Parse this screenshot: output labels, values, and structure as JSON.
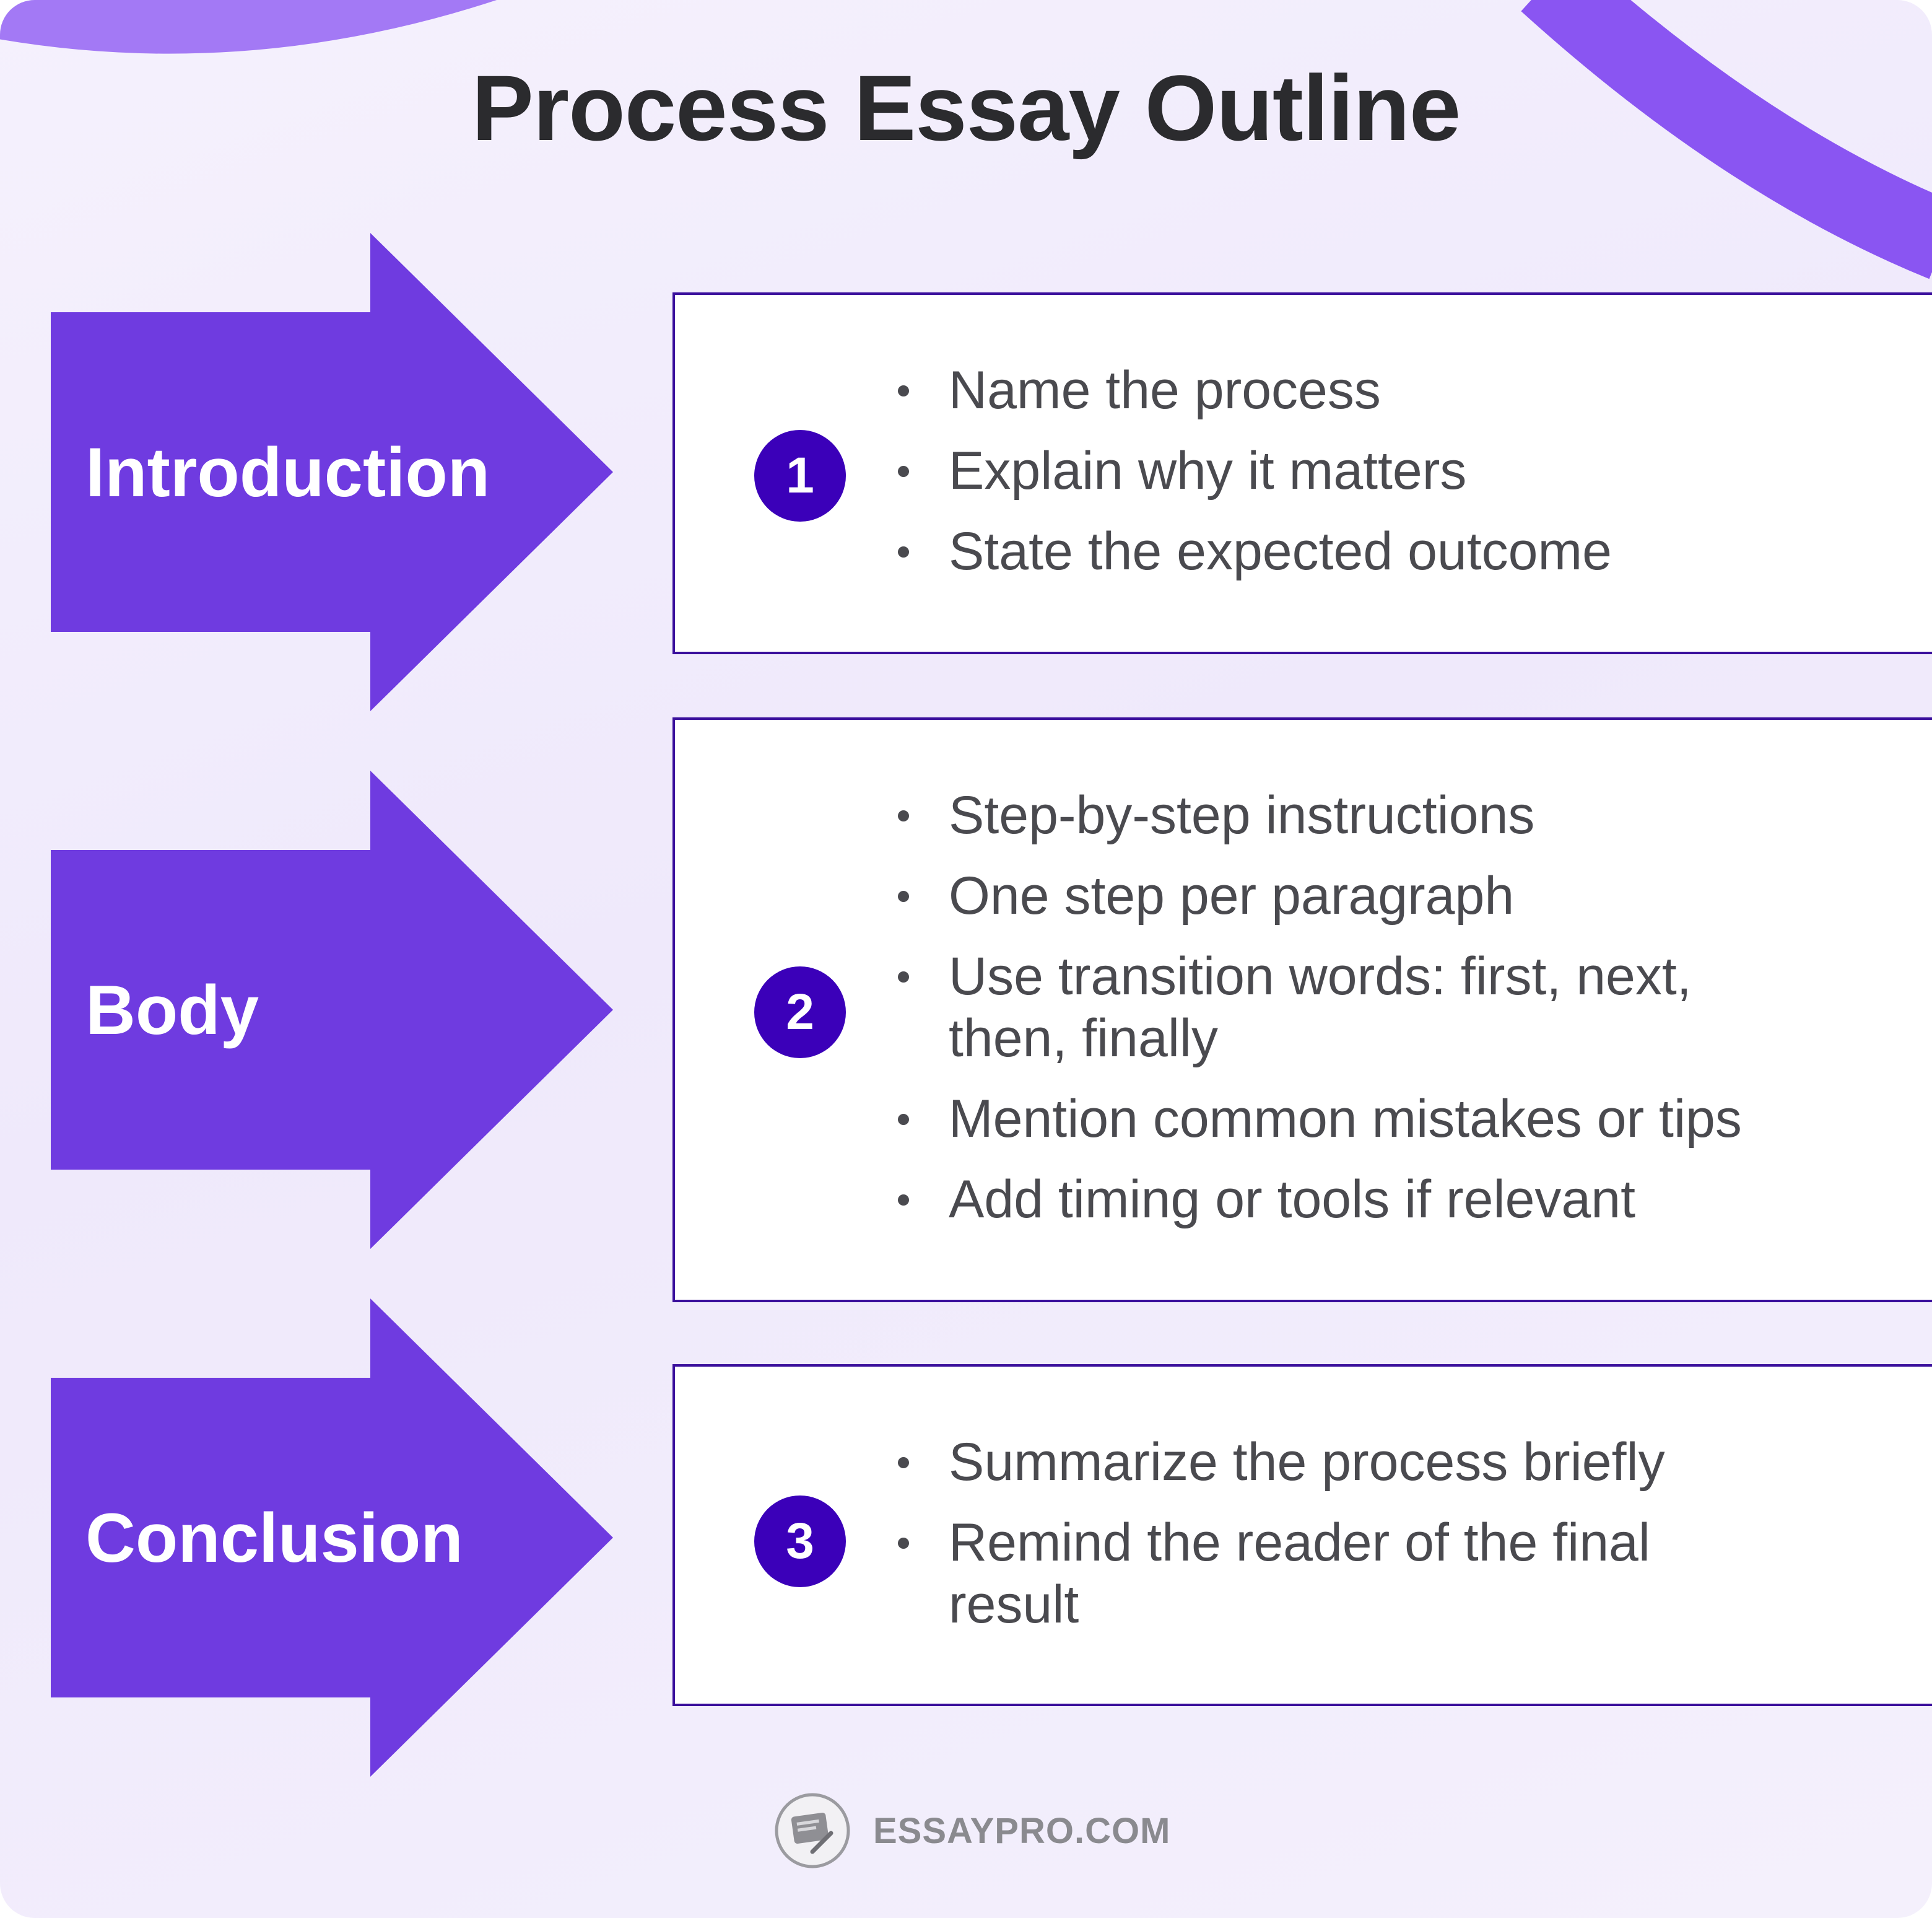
{
  "title": "Process Essay Outline",
  "colors": {
    "arrow": "#6f3be0",
    "badge": "#3b00b9",
    "panel_border": "#3a0f9c",
    "title": "#2b2b2e",
    "body_text": "#4a4a4f",
    "accent_stroke": "#8a55f2"
  },
  "sections": [
    {
      "label": "Introduction",
      "number": "1",
      "bullets": [
        "Name the process",
        "Explain why it matters",
        "State the expected outcome"
      ]
    },
    {
      "label": "Body",
      "number": "2",
      "bullets": [
        "Step-by-step instructions",
        "One step per paragraph",
        "Use transition words: first, next, then, finally",
        "Mention common mistakes or tips",
        "Add timing or tools if relevant"
      ]
    },
    {
      "label": "Conclusion",
      "number": "3",
      "bullets": [
        "Summarize the process briefly",
        "Remind the reader of the final result"
      ]
    }
  ],
  "brand": {
    "name": "ESSAYPRO.COM",
    "logo_icon": "pencil-notepad-icon"
  }
}
